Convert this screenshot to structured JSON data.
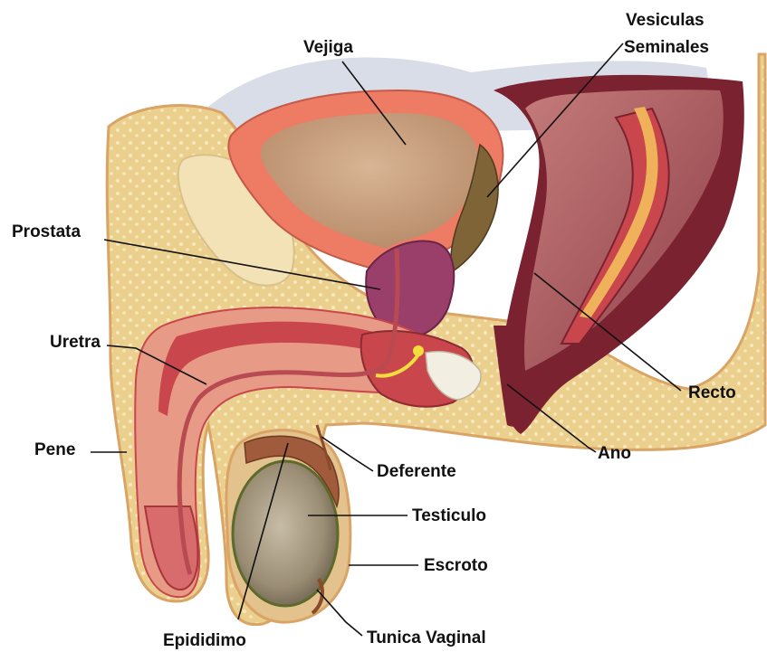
{
  "labels": {
    "vesiculas_line1": "Vesiculas",
    "vesiculas_line2": "Seminales",
    "vejiga": "Vejiga",
    "prostata": "Prostata",
    "uretra": "Uretra",
    "pene": "Pene",
    "deferente": "Deferente",
    "testiculo": "Testiculo",
    "escroto": "Escroto",
    "epididimo": "Epididimo",
    "tunica_vaginal": "Tunica Vaginal",
    "ano": "Ano",
    "recto": "Recto"
  },
  "colors": {
    "fat": "#eacf8d",
    "fat_dot": "#f6e7bd",
    "skin_edge": "#d9a465",
    "tissue_pink": "#e79a86",
    "muscle_red": "#c9464c",
    "dark_maroon": "#7a2230",
    "bladder_wall": "#ee7b63",
    "bladder_inner": "#caa382",
    "prostate": "#9a3f6a",
    "rectum_cavity": "#a8585f",
    "testis": "#a79a82",
    "pubic_bone": "#f2e2b6",
    "urethra_yellow": "#f0de3c",
    "background_blue": "#d9dde8"
  }
}
